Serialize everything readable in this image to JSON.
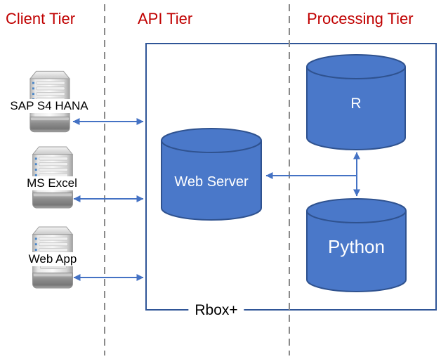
{
  "tiers": {
    "client": "Client Tier",
    "api": "API Tier",
    "processing": "Processing Tier"
  },
  "clients": [
    {
      "label": "SAP S4 HANA",
      "icon": "server-tower-icon"
    },
    {
      "label": "MS Excel",
      "icon": "server-tower-icon"
    },
    {
      "label": "Web App",
      "icon": "server-tower-icon"
    }
  ],
  "api": {
    "box_label": "Rbox+",
    "web_server_label": "Web Server"
  },
  "processing": {
    "r_label": "R",
    "python_label": "Python"
  },
  "connections": [
    {
      "from": "SAP S4 HANA",
      "to": "Rbox+ boundary",
      "bidirectional": true
    },
    {
      "from": "MS Excel",
      "to": "Rbox+ boundary",
      "bidirectional": true
    },
    {
      "from": "Web App",
      "to": "Rbox+ boundary",
      "bidirectional": true
    },
    {
      "from": "R / Python junction",
      "to": "Web Server",
      "bidirectional": false
    },
    {
      "from": "R",
      "to": "Python",
      "bidirectional": true
    }
  ],
  "colors": {
    "tier_title": "#C00000",
    "cylinder_fill": "#4A78C9",
    "cylinder_stroke": "#2F528F",
    "box_border": "#2F5597",
    "arrow": "#4472C4",
    "divider": "#8A8A8A",
    "node_text": "#FFFFFF",
    "client_label_text": "#000000",
    "background": "#FFFFFF"
  }
}
